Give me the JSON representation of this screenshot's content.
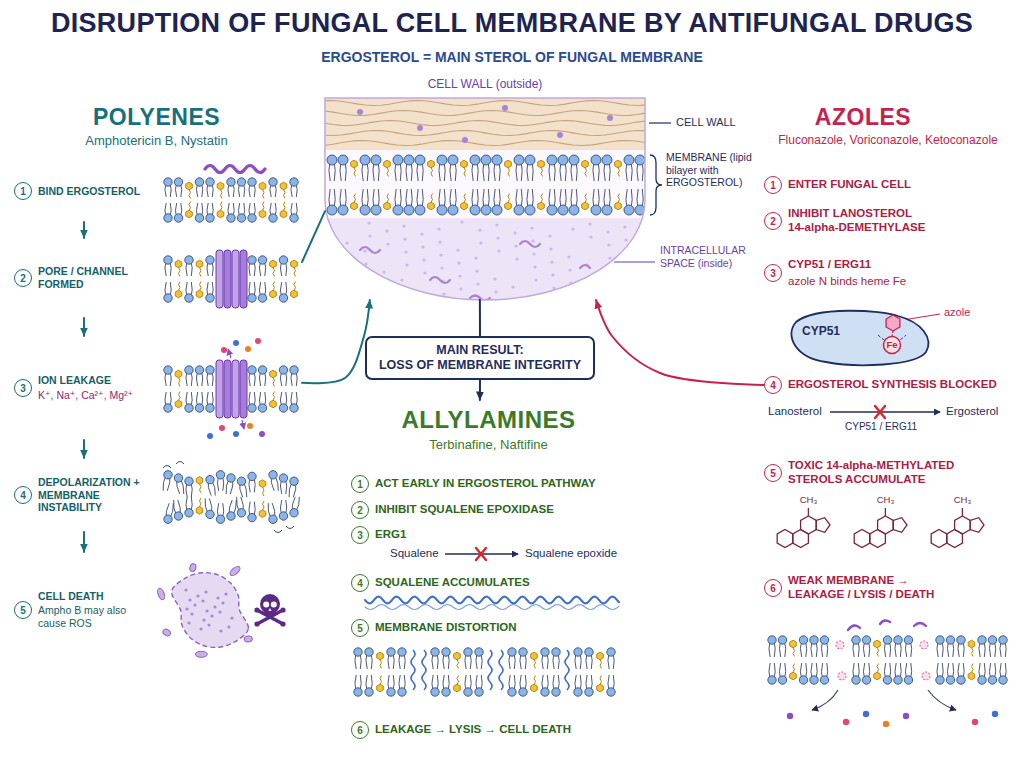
{
  "diagram": {
    "title": "DISRUPTION OF FUNGAL CELL MEMBRANE BY ANTIFUNGAL DRUGS",
    "nodes": [
      {
        "text": [
          "POLYENES",
          "Amphotericin B, Nystatin"
        ]
      },
      {
        "text": [
          "1",
          "BIND ERGOSTEROL"
        ],
        "in": 0
      },
      {
        "text": [
          "2",
          "PORE / CHANNEL FORMED"
        ],
        "in": 0
      },
      {
        "text": [
          "3",
          "ION LEAKAGE",
          "K⁺, Na⁺, Ca²⁺, Mg²⁺"
        ],
        "in": 0
      },
      {
        "text": [
          "4",
          "DEPOLARIZATION + MEMBRANE INSTABILITY"
        ],
        "in": 0
      },
      {
        "text": [
          "5",
          "CELL DEATH",
          "Ampho B may also cause ROS"
        ],
        "in": 0
      },
      {
        "text": [
          "CELL WALL (outside)"
        ]
      },
      {
        "text": [
          "MAIN RESULT:",
          "LOSS OF MEMBRANE INTEGRITY"
        ]
      },
      {
        "text": [
          "ALLYLAMINES",
          "Terbinafine, Naftifine"
        ]
      },
      {
        "text": [
          "1",
          "ACT EARLY IN ERGOSTEROL PATHWAY"
        ],
        "in": 8
      },
      {
        "text": [
          "2",
          "INHIBIT SQUALENE EPOXIDASE"
        ],
        "in": 8
      },
      {
        "text": [
          "3",
          "ERG1"
        ],
        "in": 8
      },
      {
        "text": [
          "4",
          "SQUALENE ACCUMULATES"
        ],
        "in": 8
      },
      {
        "text": [
          "5",
          "MEMBRANE DISTORTION"
        ],
        "in": 8
      },
      {
        "text": [
          "6",
          "LEAKAGE → LYSIS → CELL DEATH"
        ],
        "in": 8
      },
      {
        "text": [
          "AZOLES",
          "Fluconazole, Voriconazole, Ketoconazole"
        ]
      },
      {
        "text": [
          "1",
          "ENTER FUNGAL CELL"
        ],
        "in": 15
      },
      {
        "text": [
          "2",
          "INHIBIT LANOSTEROL 14-alpha-DEMETHYLASE"
        ],
        "in": 15
      },
      {
        "text": [
          "3",
          "CYP51 / ERG11",
          "azole N binds heme Fe"
        ],
        "in": 15
      },
      {
        "text": [
          "CYP51"
        ],
        "in": 15
      },
      {
        "text": [
          "4",
          "ERGOSTEROL SYNTHESIS BLOCKED"
        ],
        "in": 15
      },
      {
        "text": [
          "5",
          "TOXIC 14-alpha-METHYLATED STEROLS ACCUMULATE"
        ],
        "in": 15
      },
      {
        "text": [
          "6",
          "WEAK MEMBRANE → LEAKAGE / LYSIS / DEATH"
        ],
        "in": 15
      }
    ],
    "edges": [
      {
        "from": 1,
        "to": 2,
        "arrow": "to"
      },
      {
        "from": 2,
        "to": 3,
        "arrow": "to"
      },
      {
        "from": 3,
        "to": 4,
        "arrow": "to"
      },
      {
        "from": 4,
        "to": 5,
        "arrow": "to"
      },
      {
        "from": 2,
        "to": 6,
        "arrow": "none"
      },
      {
        "from": 3,
        "to": 6,
        "arrow": "to"
      },
      {
        "from": 20,
        "to": 6,
        "arrow": "to"
      },
      {
        "from": 6,
        "to": 7,
        "arrow": "none"
      },
      {
        "from": 7,
        "to": 8,
        "arrow": "to"
      }
    ],
    "labels": [
      "ERGOSTEROL = MAIN STEROL OF FUNGAL MEMBRANE",
      "CELL WALL",
      "MEMBRANE (lipid bilayer with ERGOSTEROL)",
      "INTRACELLULAR SPACE (inside)",
      "Squalene",
      "Squalene epoxide",
      "azole",
      "Fe",
      "Lanosterol",
      "Ergosterol",
      "CYP51 / ERG11",
      "CH₃",
      "CH₃",
      "CH₃"
    ]
  }
}
